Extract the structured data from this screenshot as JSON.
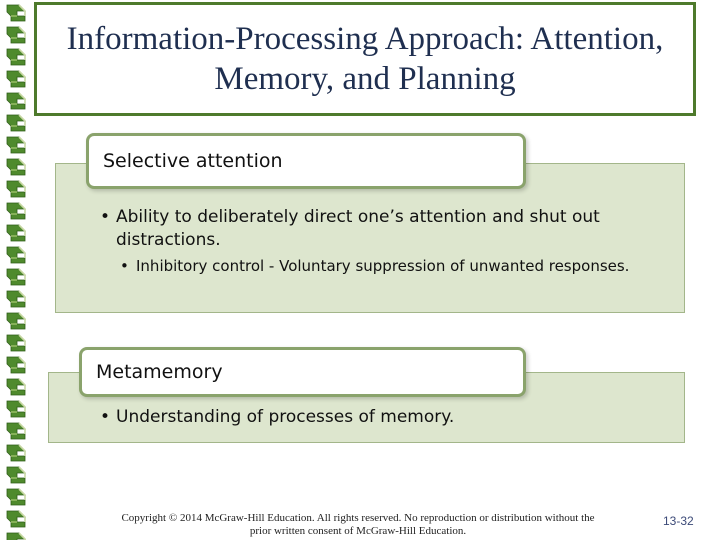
{
  "slide": {
    "title_line1": "Information-Processing Approach: Attention,",
    "title_line2": "Memory, and Planning",
    "sections": [
      {
        "heading": "Selective attention",
        "bullet": "Ability to deliberately direct one’s attention and shut out distractions.",
        "subbullet": "Inhibitory control - Voluntary suppression of unwanted responses."
      },
      {
        "heading": "Metamemory",
        "bullet": "Understanding of processes of memory."
      }
    ],
    "bullet_char": "•",
    "footer_line1": "Copyright © 2014 McGraw-Hill Education. All rights reserved. No reproduction or distribution without the",
    "footer_line2": "prior written consent of McGraw-Hill Education.",
    "page_number": "13-32"
  },
  "colors": {
    "title_border": "#4e7a2c",
    "panel_fill": "#dde6ce",
    "heading_border": "#8aa36c",
    "title_text": "#1f2f50"
  },
  "decor": {
    "left_border_icon": "green-knot-icon"
  }
}
